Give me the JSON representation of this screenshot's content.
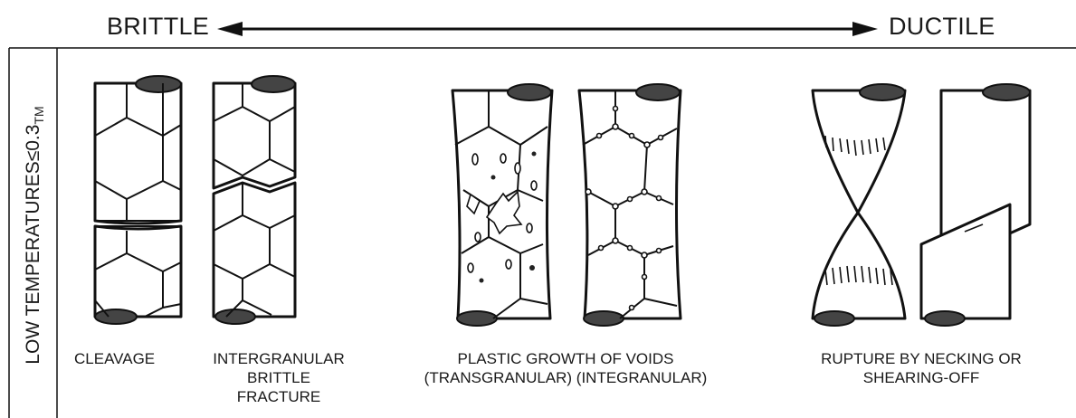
{
  "header": {
    "left_label": "BRITTLE",
    "right_label": "DUCTILE"
  },
  "side_label": {
    "text": "LOW TEMPERATURES≤0.3",
    "subscript": "TM"
  },
  "specimens": [
    {
      "caption_lines": [
        "CLEAVAGE"
      ]
    },
    {
      "caption_lines": [
        "INTERGRANULAR",
        "BRITTLE",
        "FRACTURE"
      ]
    },
    {
      "caption_lines": [
        "PLASTIC GROWTH OF VOIDS",
        "(TRANSGRANULAR) (INTEGRANULAR)"
      ]
    },
    {
      "caption_lines": [
        "RUPTURE BY NECKING OR",
        "SHEARING-OFF"
      ]
    }
  ]
}
